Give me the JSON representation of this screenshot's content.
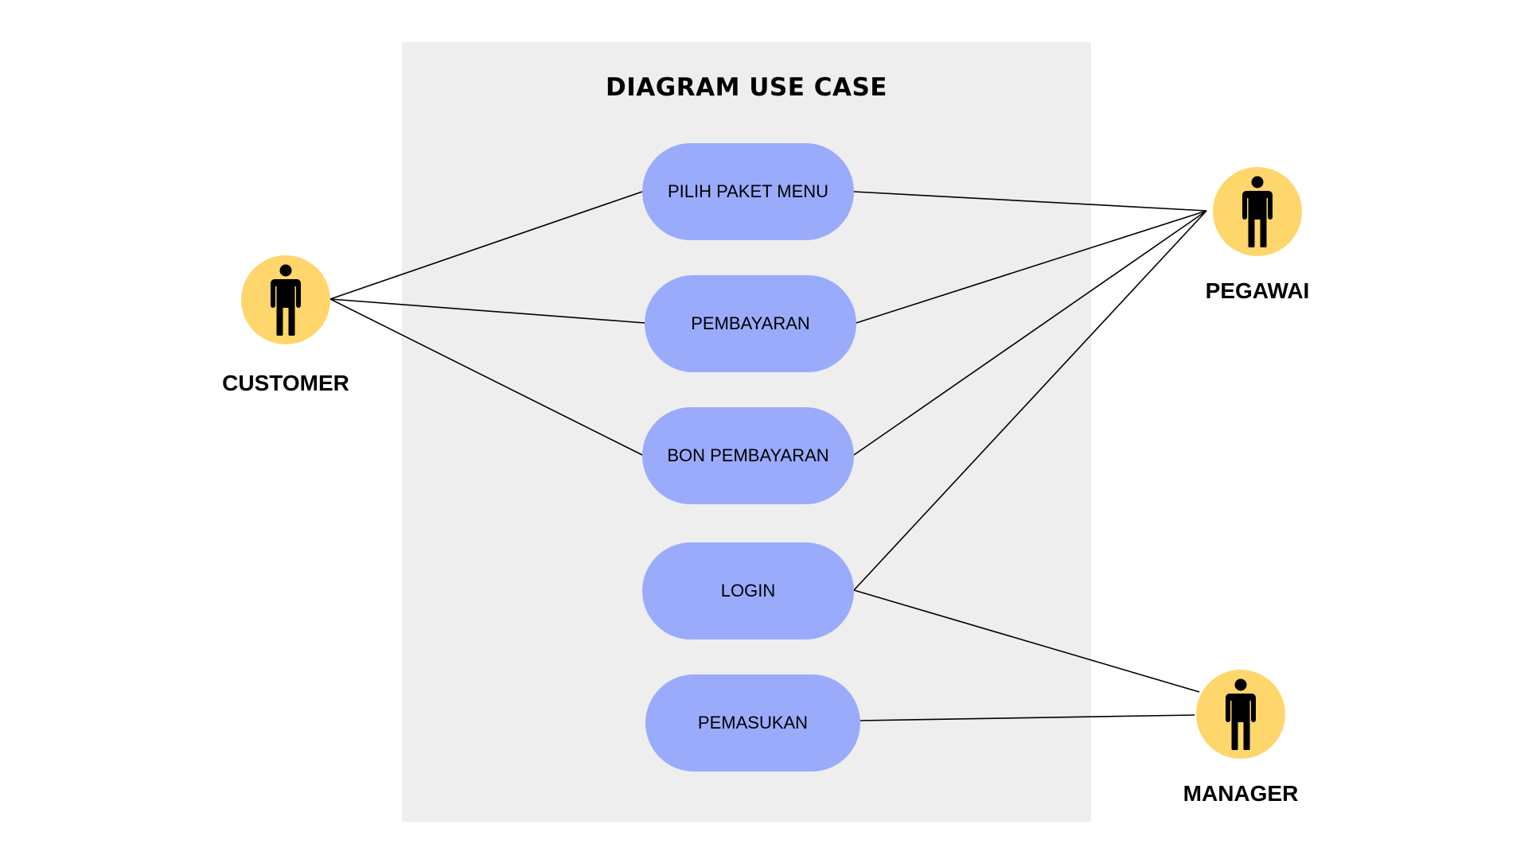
{
  "diagram": {
    "title": "DIAGRAM USE CASE",
    "colors": {
      "system_box": "#eeeeee",
      "usecase_fill": "#9aabfc",
      "actor_fill": "#ffd66b",
      "line": "#000000"
    },
    "actors": [
      {
        "id": "customer",
        "label": "CUSTOMER",
        "icon": "person-icon"
      },
      {
        "id": "pegawai",
        "label": "PEGAWAI",
        "icon": "person-icon"
      },
      {
        "id": "manager",
        "label": "MANAGER",
        "icon": "person-icon"
      }
    ],
    "use_cases": [
      {
        "id": "pilih",
        "label": "PILIH PAKET MENU"
      },
      {
        "id": "pembayaran",
        "label": "PEMBAYARAN"
      },
      {
        "id": "bon",
        "label": "BON PEMBAYARAN"
      },
      {
        "id": "login",
        "label": "LOGIN"
      },
      {
        "id": "pemasukan",
        "label": "PEMASUKAN"
      }
    ],
    "associations": [
      {
        "actor": "customer",
        "use_case": "pilih"
      },
      {
        "actor": "customer",
        "use_case": "pembayaran"
      },
      {
        "actor": "customer",
        "use_case": "bon"
      },
      {
        "actor": "pegawai",
        "use_case": "pilih"
      },
      {
        "actor": "pegawai",
        "use_case": "pembayaran"
      },
      {
        "actor": "pegawai",
        "use_case": "bon"
      },
      {
        "actor": "pegawai",
        "use_case": "login"
      },
      {
        "actor": "manager",
        "use_case": "login"
      },
      {
        "actor": "manager",
        "use_case": "pemasukan"
      }
    ]
  }
}
